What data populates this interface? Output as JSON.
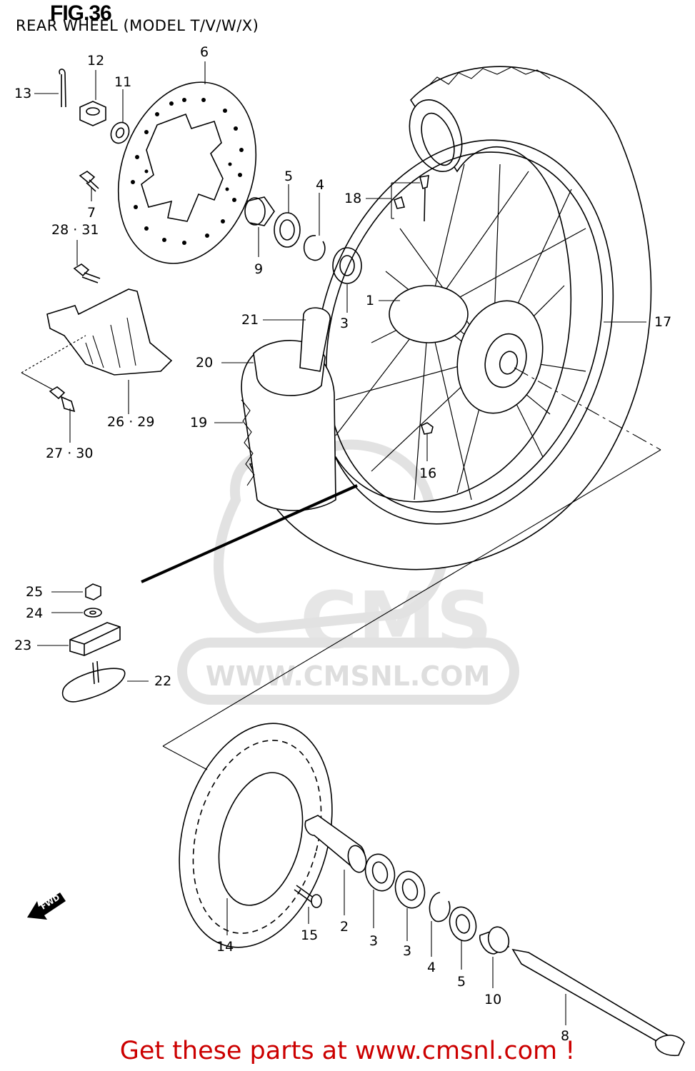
{
  "figure": {
    "title": "FIG.36",
    "subtitle": "REAR WHEEL (MODEL T/V/W/X)"
  },
  "callouts": {
    "c1": "1",
    "c2": "2",
    "c3a": "3",
    "c3b": "3",
    "c3c": "3",
    "c4a": "4",
    "c4b": "4",
    "c5a": "5",
    "c5b": "5",
    "c6": "6",
    "c7": "7",
    "c8": "8",
    "c9": "9",
    "c10": "10",
    "c11": "11",
    "c12": "12",
    "c13": "13",
    "c14": "14",
    "c15": "15",
    "c16": "16",
    "c17": "17",
    "c18": "18",
    "c19": "19",
    "c20": "20",
    "c21": "21",
    "c22": "22",
    "c23": "23",
    "c24": "24",
    "c25": "25",
    "c26_29": "26 · 29",
    "c27_30": "27 · 30",
    "c28_31": "28 · 31"
  },
  "direction_arrow": {
    "label": "FWD"
  },
  "watermark": {
    "brand": "CMS",
    "url": "WWW.CMSNL.COM"
  },
  "footer": {
    "link_text": "Get these parts at www.cmsnl.com !",
    "color": "#cc0000"
  }
}
